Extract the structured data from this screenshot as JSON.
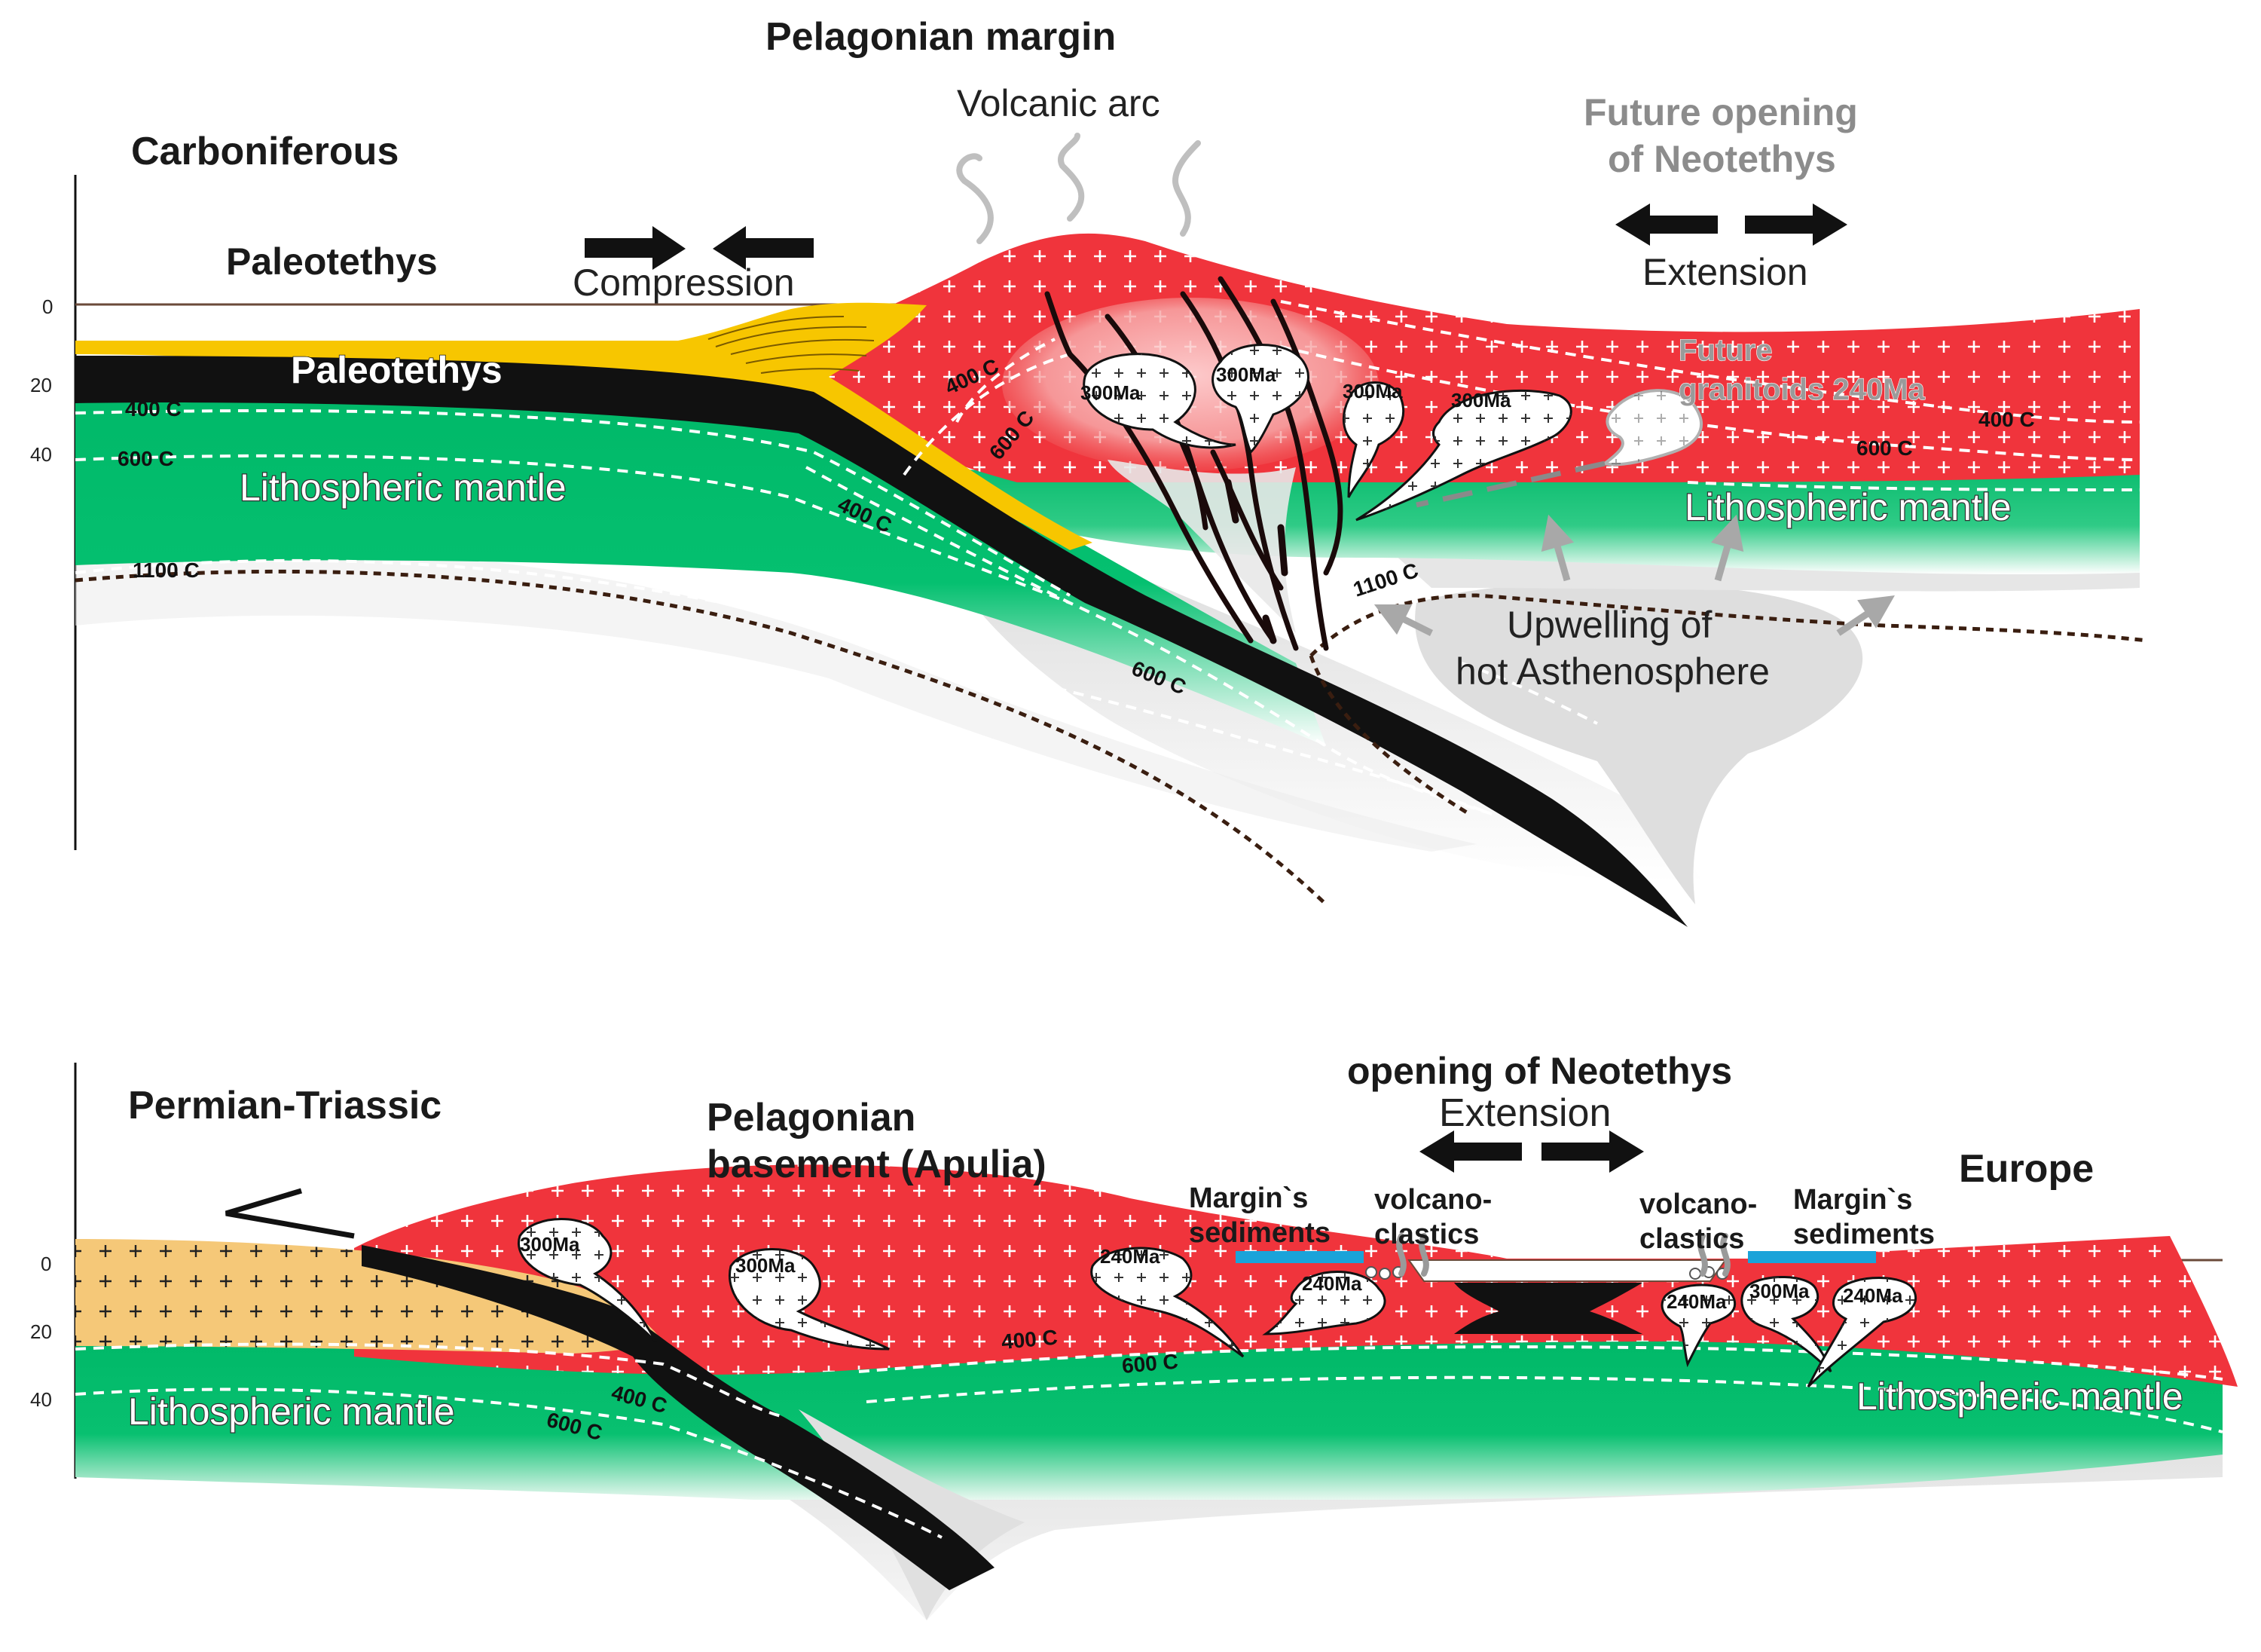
{
  "top": {
    "period": "Carboniferous",
    "margin_title": "Pelagonian margin",
    "volcanic_arc": "Volcanic arc",
    "paleotethys_ocean": "Paleotethys",
    "compression": "Compression",
    "paleotethys_slab": "Paleotethys",
    "future_opening_line1": "Future opening",
    "future_opening_line2": "of Neotethys",
    "extension": "Extension",
    "future_granitoids_line1": "Future",
    "future_granitoids_line2": "granitoids 240Ma",
    "mantle_left": "Lithospheric mantle",
    "mantle_right": "Lithospheric mantle",
    "upwelling_line1": "Upwelling of",
    "upwelling_line2": "hot Asthenosphere",
    "pluton_ages": [
      "300Ma",
      "300Ma",
      "300Ma",
      "300Ma"
    ],
    "isotherms": {
      "left_400": "400 C",
      "left_600": "600 C",
      "left_1100": "1100 C",
      "slab_400": "400 C",
      "slab_600": "600 C",
      "arc_400": "400 C",
      "arc_600": "600 C",
      "right_400": "400 C",
      "right_600": "600 C",
      "right_1100": "1100 C"
    },
    "depth_ticks": [
      "0",
      "20",
      "40"
    ]
  },
  "bottom": {
    "period": "Permian-Triassic",
    "basement_line1": "Pelagonian",
    "basement_line2": "basement (Apulia)",
    "opening": "opening of Neotethys",
    "extension": "Extension",
    "europe": "Europe",
    "margin_sed_left_line1": "Margin`s",
    "margin_sed_left_line2": "sediments",
    "volcano_left_line1": "volcano-",
    "volcano_left_line2": "clastics",
    "volcano_right_line1": "volcano-",
    "volcano_right_line2": "clastics",
    "margin_sed_right_line1": "Margin`s",
    "margin_sed_right_line2": "sediments",
    "mantle_left": "Lithospheric mantle",
    "mantle_right": "Lithospheric mantle",
    "pluton_ages": [
      "300Ma",
      "300Ma",
      "240Ma",
      "240Ma",
      "240Ma",
      "300Ma",
      "240Ma"
    ],
    "isotherms": {
      "left_400": "400 C",
      "left_600": "600 C",
      "mid_400": "400 C",
      "mid_600": "600 C"
    },
    "depth_ticks": [
      "0",
      "20",
      "40"
    ]
  },
  "colors": {
    "crust_red": "#f0343c",
    "mantle_green": "#00b868",
    "sediment_yellow": "#f7c600",
    "basement_orange": "#f5c878",
    "sea_blue": "#1aa3d9",
    "slab_black": "#111111"
  }
}
